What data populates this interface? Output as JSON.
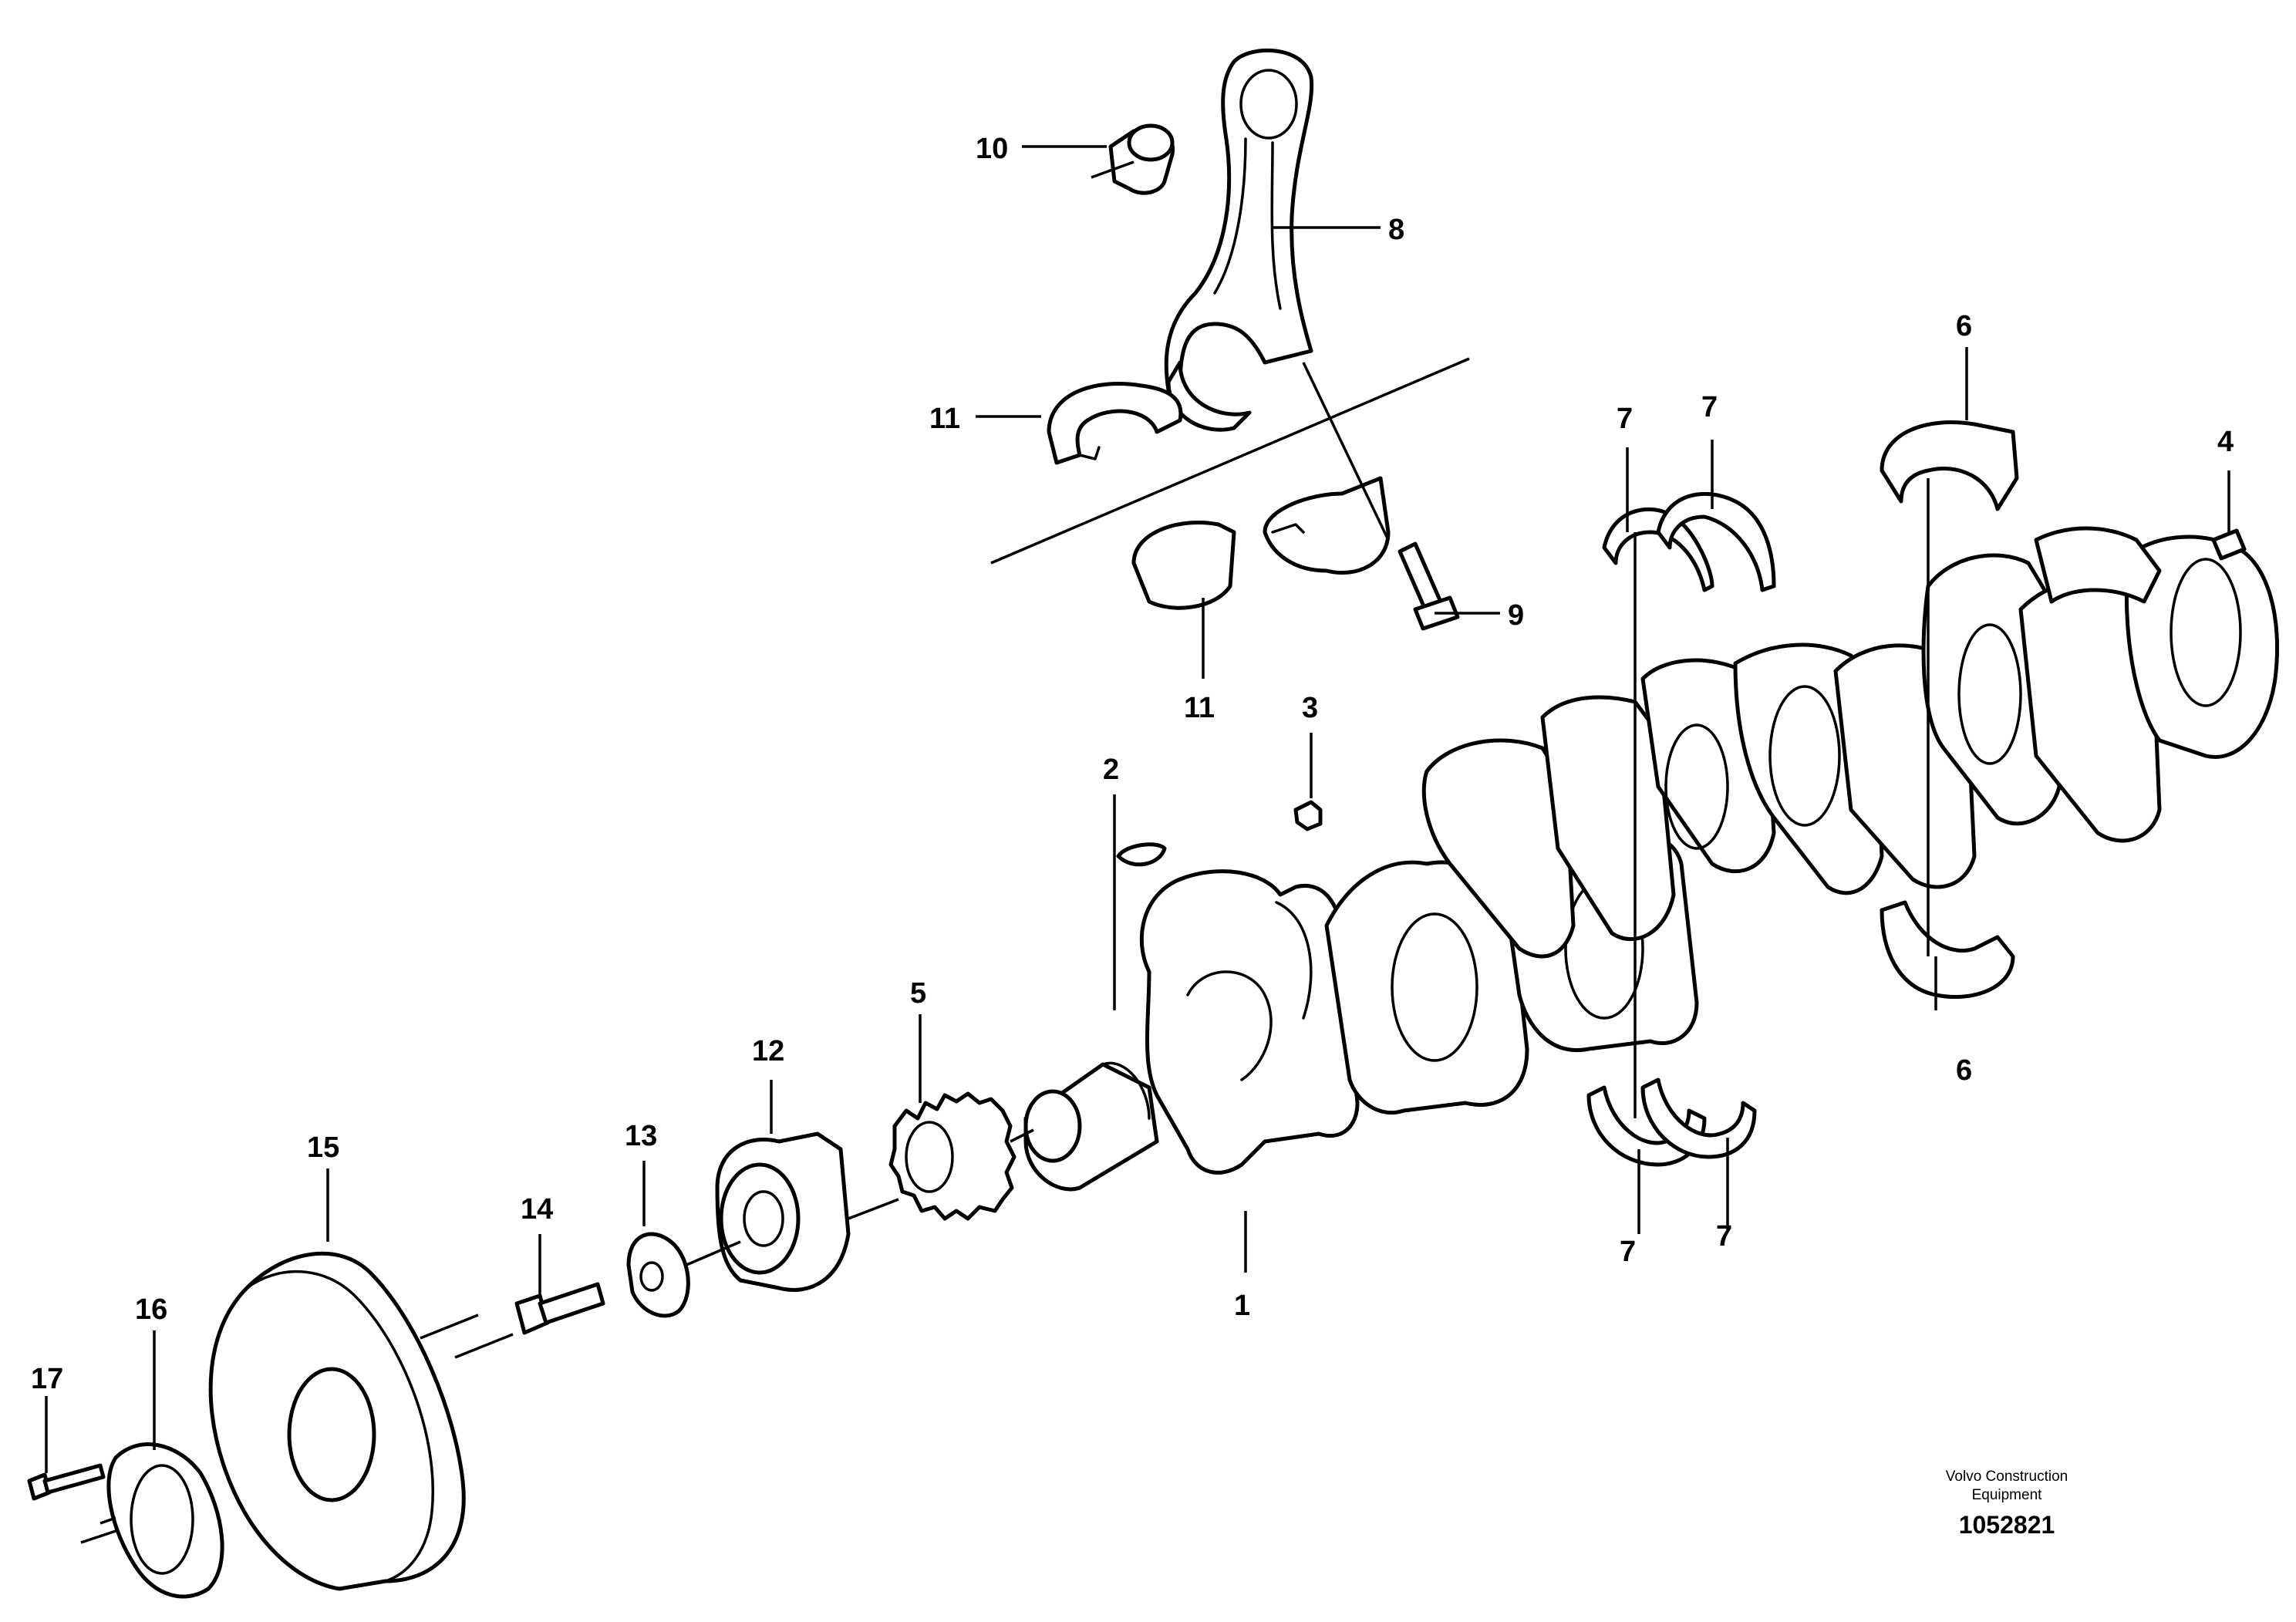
{
  "callouts": {
    "c1": "1",
    "c2": "2",
    "c3": "3",
    "c4": "4",
    "c5": "5",
    "c6a": "6",
    "c6b": "6",
    "c7a": "7",
    "c7b": "7",
    "c7c": "7",
    "c7d": "7",
    "c8": "8",
    "c9": "9",
    "c10": "10",
    "c11a": "11",
    "c11b": "11",
    "c12": "12",
    "c13": "13",
    "c14": "14",
    "c15": "15",
    "c16": "16",
    "c17": "17"
  },
  "credit": {
    "line1": "Volvo Construction",
    "line2": "Equipment",
    "doc_number": "1052821"
  },
  "colors": {
    "line": "#000000",
    "background": "#ffffff"
  }
}
